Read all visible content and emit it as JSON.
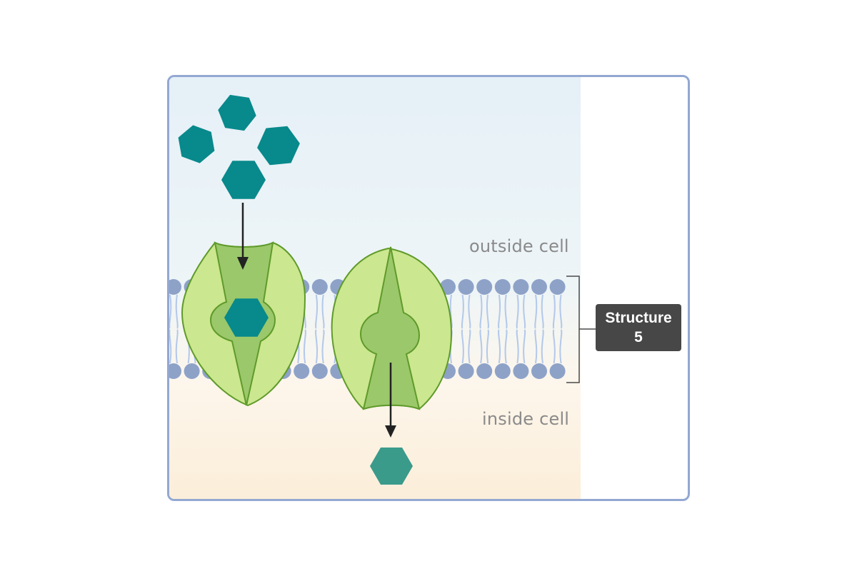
{
  "labels": {
    "outside": "outside cell",
    "inside": "inside cell",
    "structure_line1": "Structure",
    "structure_line2": "5"
  },
  "colors": {
    "frame_border": "#93a8d2",
    "outside_bg": "#e8f2f8",
    "inside_bg": "#fdf3e6",
    "molecule": "#08898b",
    "molecule_released": "#3a9b8b",
    "protein_outer": "#cbe78f",
    "protein_channel": "#9bc86b",
    "protein_stroke": "#5f9a2a",
    "phospholipid_head": "#8ea2c8",
    "lipid_tail": "#b3c8ea",
    "label_bg": "#474747"
  },
  "icons": [
    "hexagon-molecule",
    "phospholipid-head",
    "arrow-down",
    "bracket"
  ]
}
